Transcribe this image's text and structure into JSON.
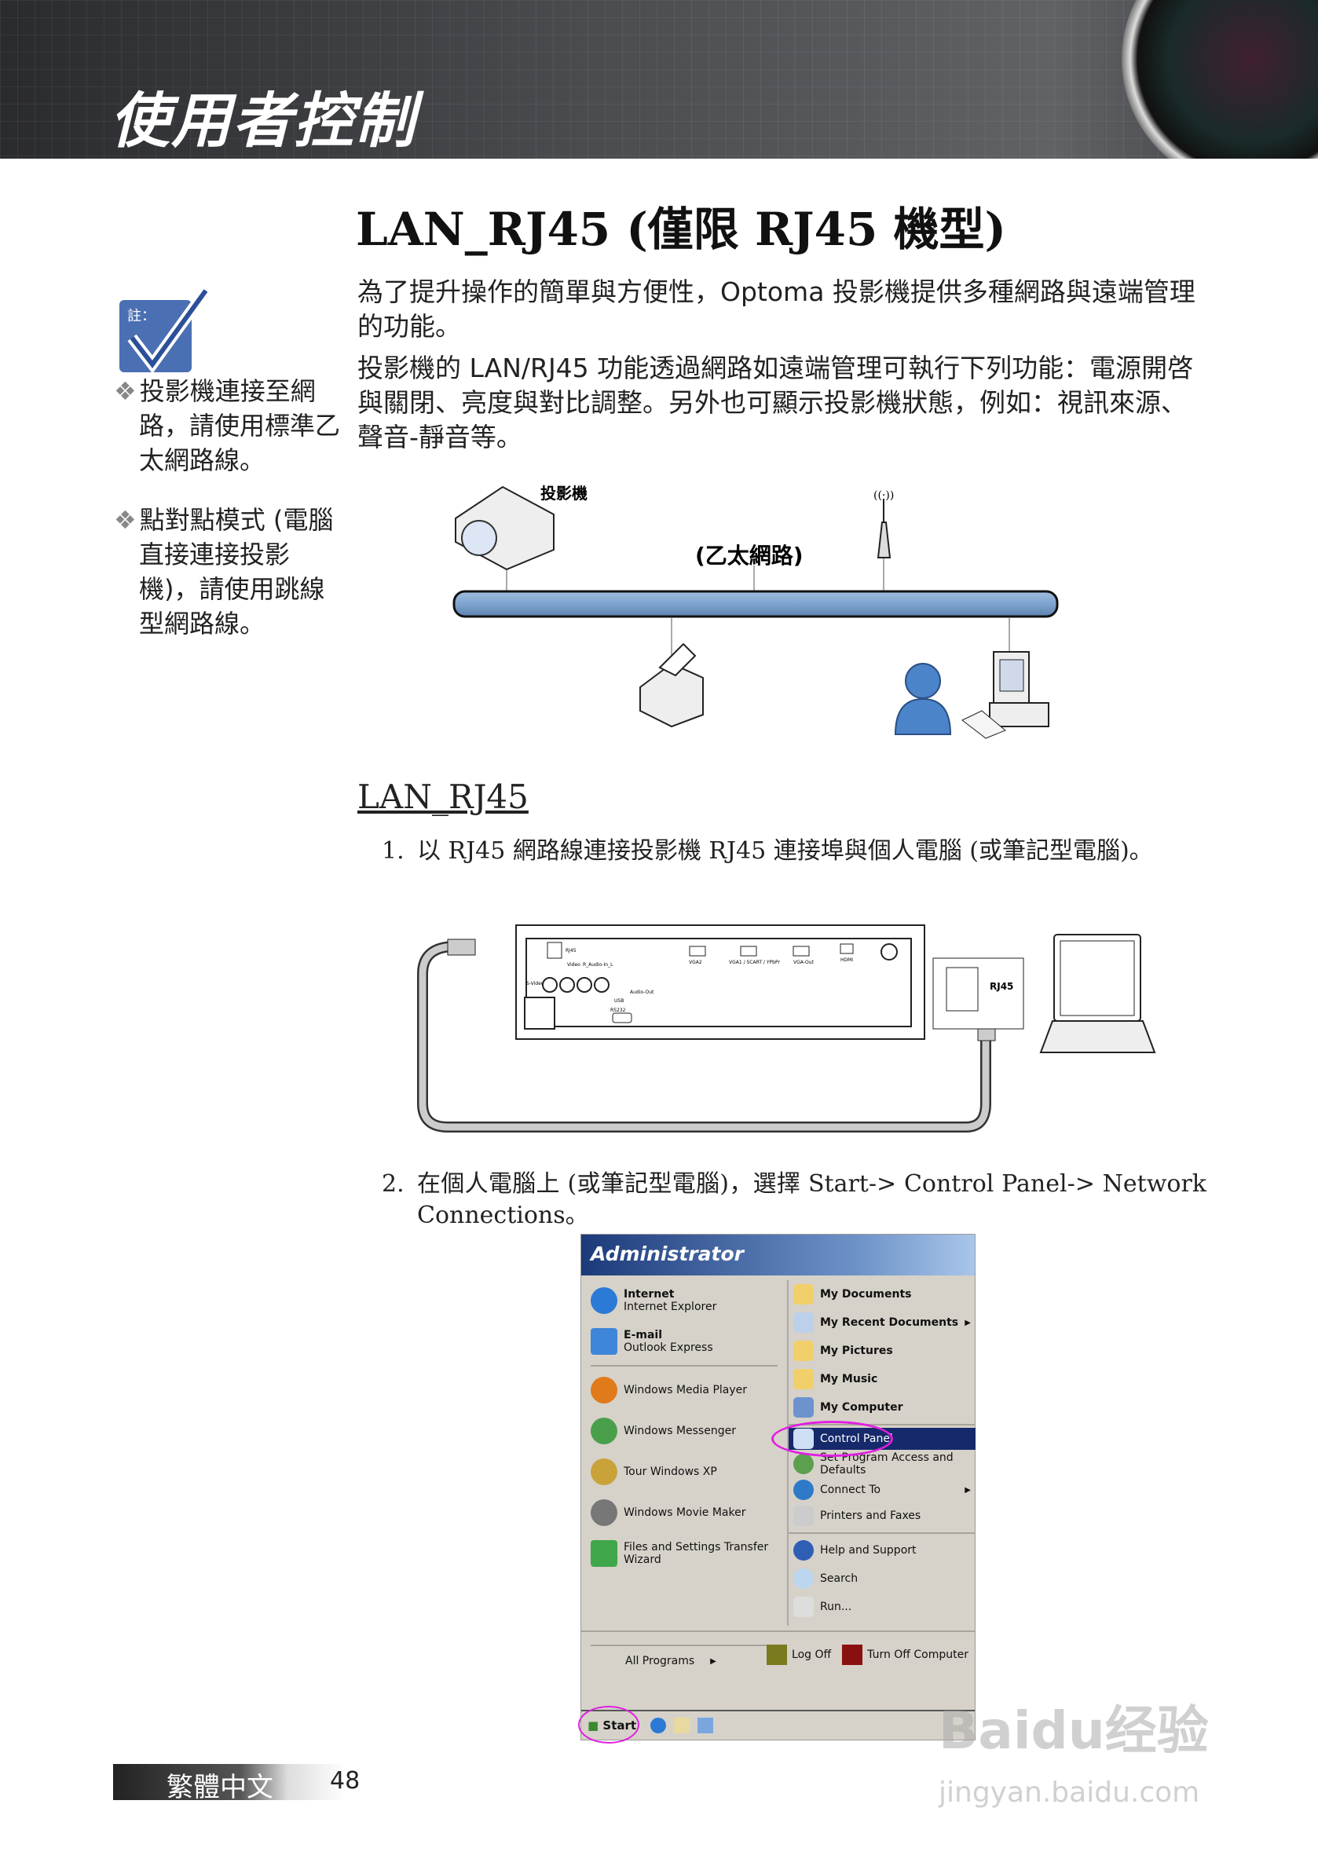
{
  "header": {
    "chapter_title": "使用者控制"
  },
  "page_title": "LAN_RJ45 (僅限 RJ45 機型)",
  "sidebar": {
    "note_label": "註：",
    "notes": [
      "投影機連接至網路，請使用標準乙太網路線。",
      "點對點模式 (電腦直接連接投影機)，請使用跳線型網路線。"
    ]
  },
  "intro": [
    "為了提升操作的簡單與方便性，Optoma 投影機提供多種網路與遠端管理的功能。",
    "投影機的 LAN/RJ45 功能透過網路如遠端管理可執行下列功能：電源開啓與關閉、亮度與對比調整。另外也可顯示投影機狀態，例如：視訊來源、聲音-靜音等。"
  ],
  "network_diagram": {
    "projector_label": "投影機",
    "network_label": "(乙太網路)"
  },
  "section": {
    "title": "LAN_RJ45",
    "steps": [
      {
        "num": "1.",
        "text": "以 RJ45 網路線連接投影機 RJ45 連接埠與個人電腦 (或筆記型電腦)。"
      },
      {
        "num": "2.",
        "text": "在個人電腦上 (或筆記型電腦)，選擇 Start-> Control Panel-> Network Connections。"
      }
    ]
  },
  "rear_panel": {
    "ports": [
      "RJ45",
      "S-Video",
      "Video",
      "R_Audio-In_L",
      "USB",
      "Audio-Out",
      "RS232",
      "VGA2",
      "VGA1 / SCART / YPbPr",
      "VGA-Out",
      "HDMI"
    ],
    "laptop_label": "RJ45"
  },
  "start_menu": {
    "user": "Administrator",
    "pinned": [
      {
        "title": "Internet",
        "sub": "Internet Explorer",
        "color": "#2a7ad6"
      },
      {
        "title": "E-mail",
        "sub": "Outlook Express",
        "color": "#3f86d8"
      }
    ],
    "recent": [
      {
        "label": "Windows Media Player",
        "color": "#e07a1a"
      },
      {
        "label": "Windows Messenger",
        "color": "#4aa04a"
      },
      {
        "label": "Tour Windows XP",
        "color": "#c9a33a"
      },
      {
        "label": "Windows Movie Maker",
        "color": "#777"
      },
      {
        "label": "Files and Settings Transfer Wizard",
        "color": "#3fa64a"
      }
    ],
    "all_programs": "All Programs",
    "right_top": [
      {
        "label": "My Documents",
        "arrow": false
      },
      {
        "label": "My Recent Documents",
        "arrow": true
      },
      {
        "label": "My Pictures",
        "arrow": false
      },
      {
        "label": "My Music",
        "arrow": false
      },
      {
        "label": "My Computer",
        "arrow": false
      }
    ],
    "right_mid": [
      {
        "label": "Control Panel",
        "selected": true
      },
      {
        "label": "Set Program Access and Defaults"
      },
      {
        "label": "Connect To",
        "arrow": true
      },
      {
        "label": "Printers and Faxes"
      }
    ],
    "right_bottom": [
      {
        "label": "Help and Support"
      },
      {
        "label": "Search"
      },
      {
        "label": "Run..."
      }
    ],
    "log_off": "Log Off",
    "turn_off": "Turn Off Computer",
    "start": "Start",
    "highlight_color": "#e020e0"
  },
  "footer": {
    "language": "繁體中文",
    "page": "48"
  },
  "watermark": {
    "text": "Baidu经验",
    "url_text": "jingyan.baidu.com"
  }
}
